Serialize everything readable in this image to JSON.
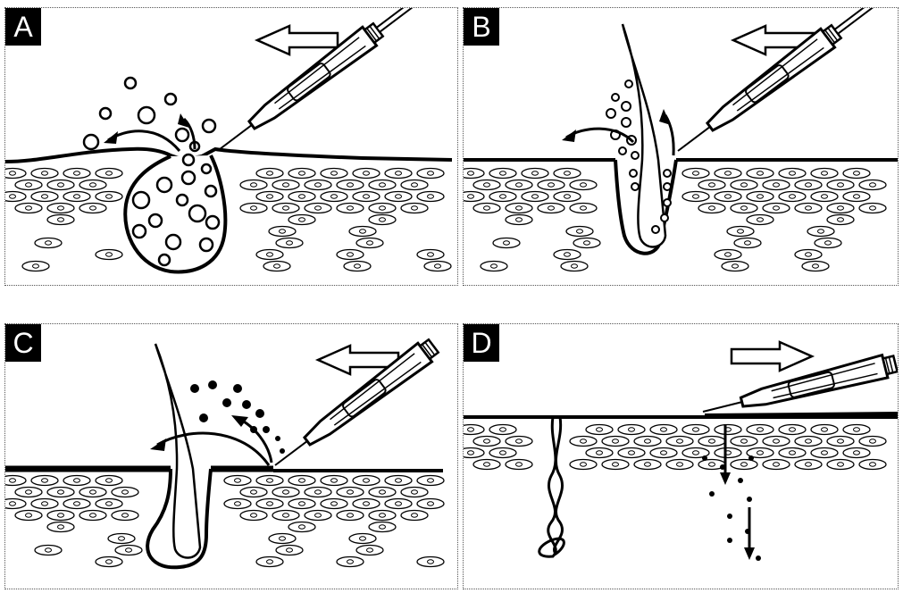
{
  "panels": [
    {
      "label": "A",
      "arrow_direction": "left"
    },
    {
      "label": "B",
      "arrow_direction": "left"
    },
    {
      "label": "C",
      "arrow_direction": "left"
    },
    {
      "label": "D",
      "arrow_direction": "right"
    }
  ]
}
